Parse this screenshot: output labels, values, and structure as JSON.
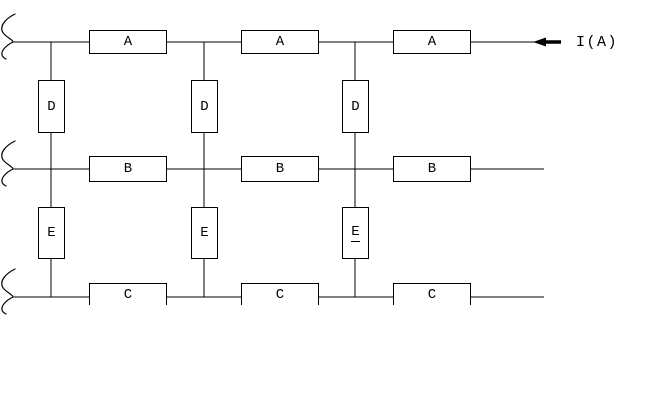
{
  "diagram": {
    "kind": "ladder-network-circuit",
    "background_color": "#ffffff",
    "line_color": "#000000",
    "rows": {
      "A": [
        "A",
        "A",
        "A"
      ],
      "B": [
        "B",
        "B",
        "B"
      ],
      "C": [
        "C",
        "C",
        "C"
      ],
      "D": [
        "D",
        "D",
        "D"
      ],
      "E": [
        "E",
        "E",
        "E"
      ]
    },
    "e3_label_underlined": true,
    "left_edge_symbol": "torn-wire-break",
    "current_arrow": {
      "label": "I(A)",
      "direction": "left",
      "row": "A"
    }
  }
}
